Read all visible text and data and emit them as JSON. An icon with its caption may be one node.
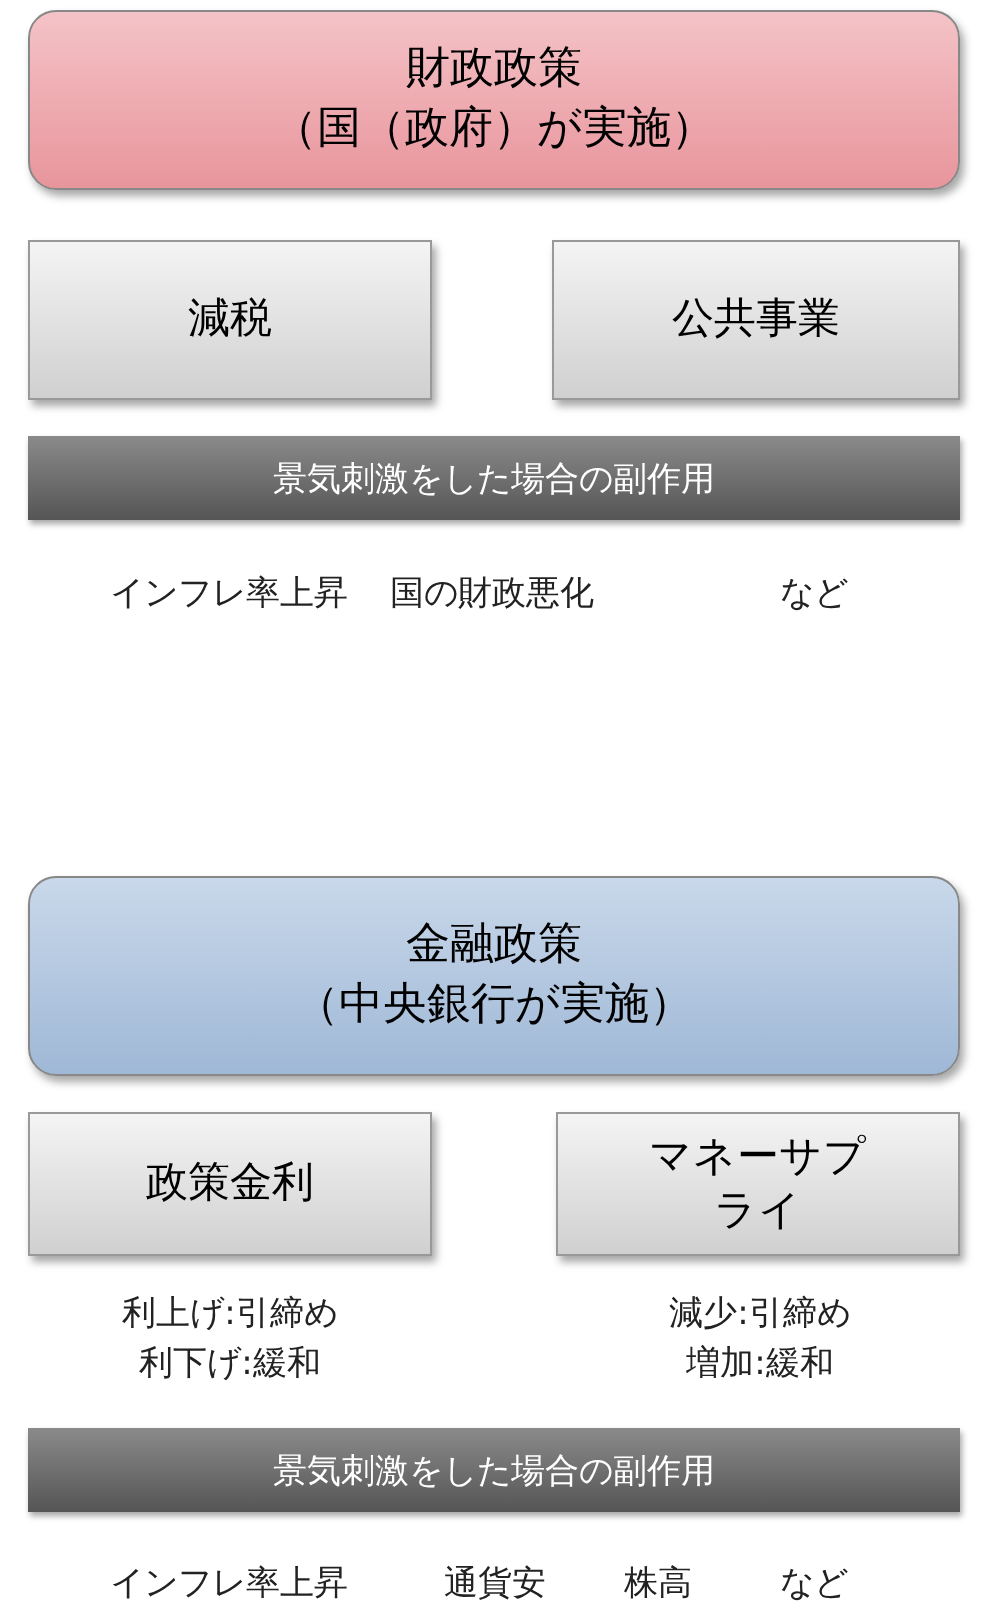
{
  "diagram": {
    "nodes": [
      {
        "text": [
          "財政政策",
          "（国（政府）が実施）"
        ]
      },
      {
        "text": [
          "減税"
        ]
      },
      {
        "text": [
          "公共事業"
        ]
      },
      {
        "text": [
          "景気刺激をした場合の副作用"
        ]
      },
      {
        "text": [
          "金融政策",
          "（中央銀行が実施）"
        ]
      },
      {
        "text": [
          "政策金利"
        ],
        "beside": [
          "利上げ:引締め",
          "利下げ:緩和"
        ]
      },
      {
        "text": [
          "マネーサプライ"
        ],
        "beside": [
          "減少:引締め",
          "増加:緩和"
        ]
      },
      {
        "text": [
          "景気刺激をした場合の副作用"
        ]
      }
    ],
    "edges": [],
    "labels": [
      "インフレ率上昇",
      "国の財政悪化",
      "など",
      "インフレ率上昇",
      "通貨安",
      "株高",
      "など"
    ]
  }
}
